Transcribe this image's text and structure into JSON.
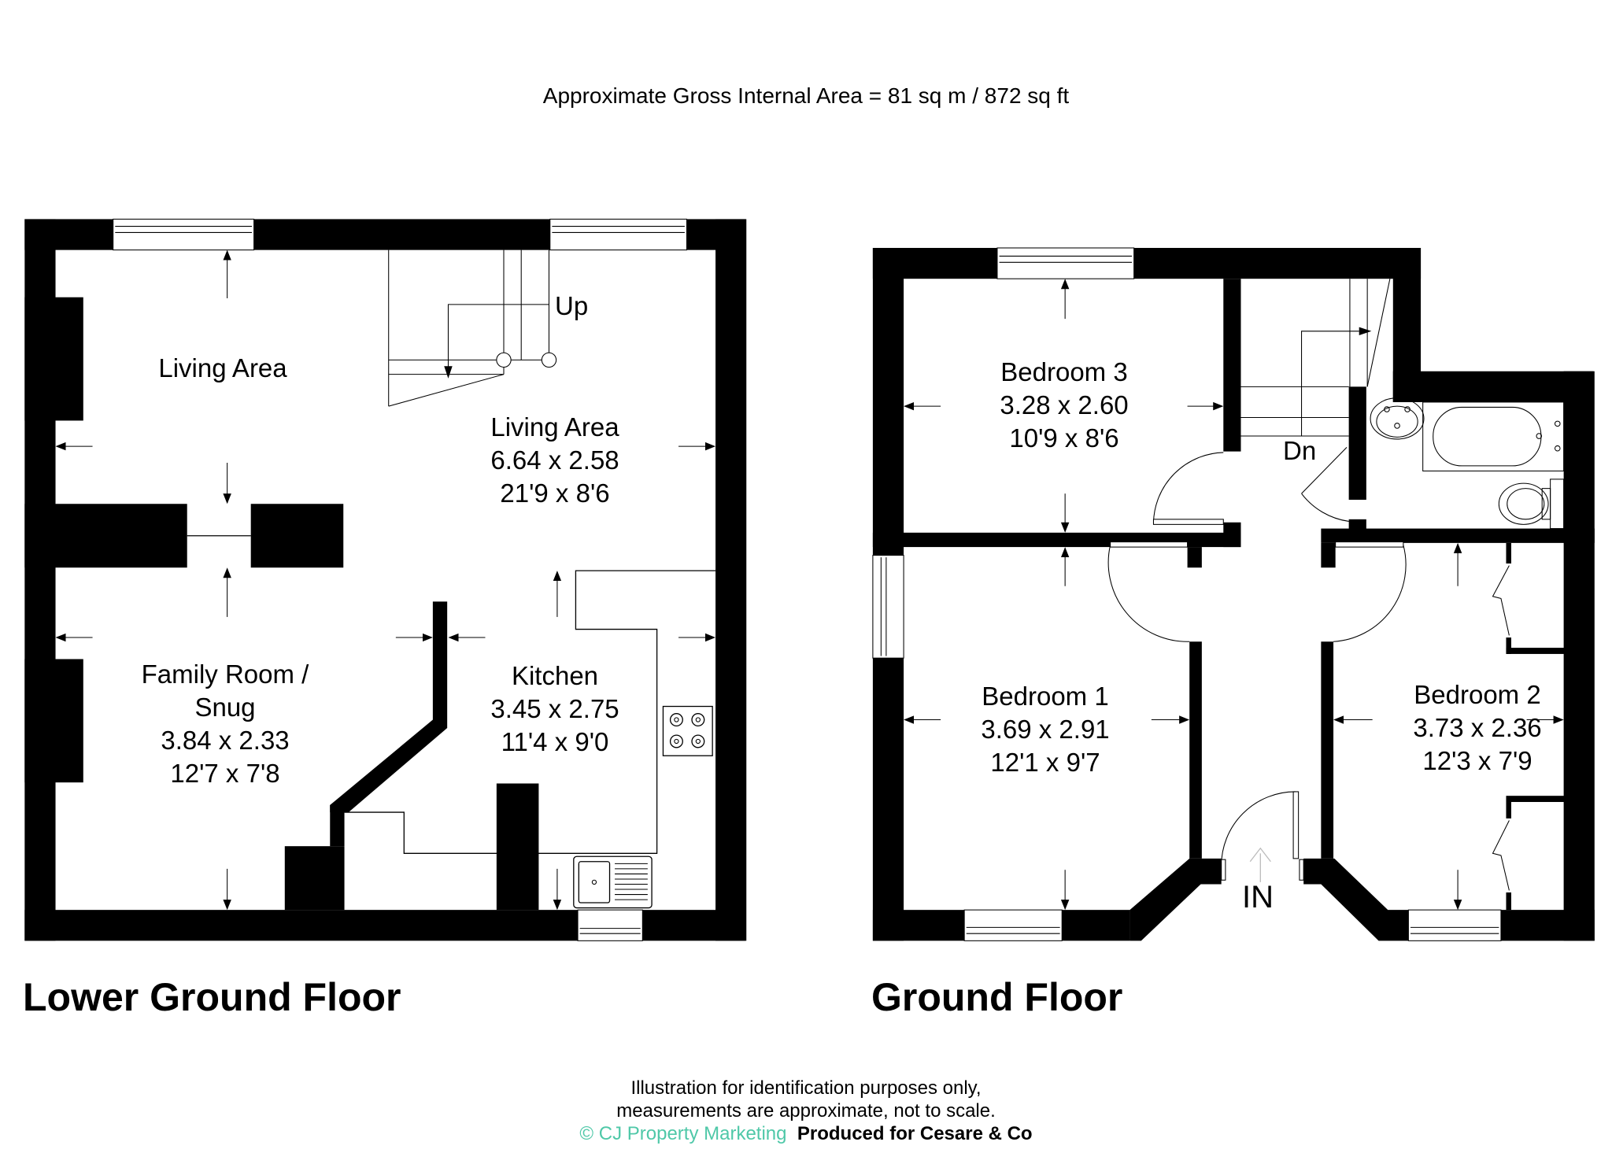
{
  "header": {
    "gross_area": "Approximate Gross Internal Area = 81 sq m / 872 sq ft"
  },
  "floors": [
    {
      "title": "Lower Ground Floor",
      "rooms": [
        {
          "name": "Living Area",
          "metric": "",
          "imperial": ""
        },
        {
          "name": "Living Area",
          "metric": "6.64 x 2.58",
          "imperial": "21'9 x 8'6"
        },
        {
          "name": "Family Room /",
          "name2": "Snug",
          "metric": "3.84 x 2.33",
          "imperial": "12'7 x 7'8"
        },
        {
          "name": "Kitchen",
          "metric": "3.45 x 2.75",
          "imperial": "11'4 x 9'0"
        }
      ],
      "labels": {
        "stairs": "Up"
      }
    },
    {
      "title": "Ground Floor",
      "rooms": [
        {
          "name": "Bedroom 3",
          "metric": "3.28 x 2.60",
          "imperial": "10'9 x 8'6"
        },
        {
          "name": "Bedroom 1",
          "metric": "3.69 x 2.91",
          "imperial": "12'1 x 9'7"
        },
        {
          "name": "Bedroom 2",
          "metric": "3.73 x 2.36",
          "imperial": "12'3 x 7'9"
        }
      ],
      "labels": {
        "stairs": "Dn",
        "entrance": "IN"
      }
    }
  ],
  "footer": {
    "line1": "Illustration for identification purposes only,",
    "line2": "measurements are approximate, not to scale.",
    "copyright": "© CJ Property Marketing",
    "produced_for": "Produced for Cesare & Co",
    "accent_color": "#4fc8a8"
  }
}
